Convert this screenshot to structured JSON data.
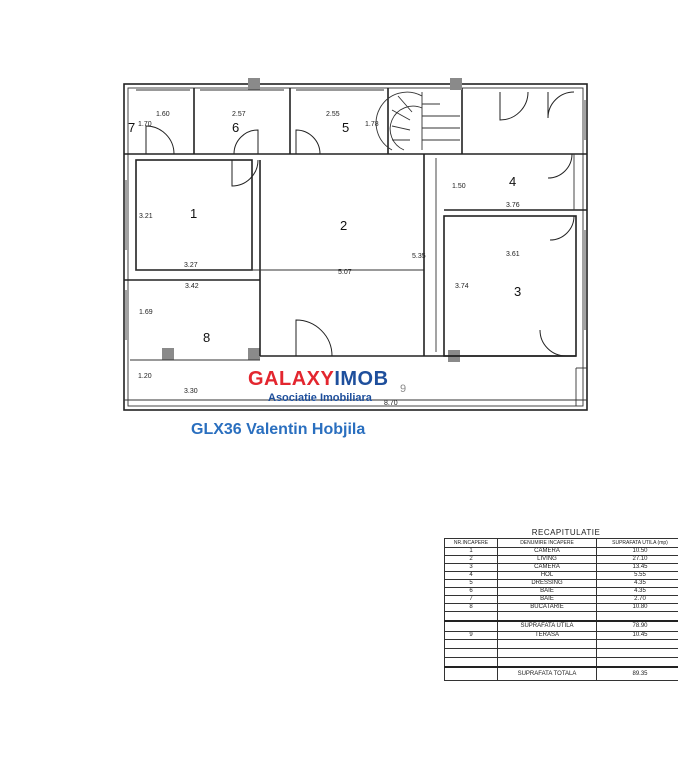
{
  "plan": {
    "rooms": [
      {
        "id": "room-1",
        "number": "1"
      },
      {
        "id": "room-2",
        "number": "2"
      },
      {
        "id": "room-3",
        "number": "3"
      },
      {
        "id": "room-4",
        "number": "4"
      },
      {
        "id": "room-5",
        "number": "5"
      },
      {
        "id": "room-6",
        "number": "6"
      },
      {
        "id": "room-7",
        "number": "7"
      },
      {
        "id": "room-8",
        "number": "8"
      }
    ],
    "dimensions": [
      "1.60",
      "2.57",
      "2.55",
      "1.70",
      "1.78",
      "3.21",
      "3.27",
      "5.07",
      "5.35",
      "1.50",
      "3.76",
      "3.61",
      "3.74",
      "3.42",
      "1.69",
      "1.20",
      "3.30",
      "8.70"
    ],
    "stray_mark": "9"
  },
  "watermark": {
    "brand_part1": "GALAXY",
    "brand_part2": "IMOB",
    "subtitle": "Asociatie Imobiliara",
    "colors": {
      "red": "#e3262f",
      "blue": "#1e4f9c"
    }
  },
  "caption": "GLX36 Valentin Hobjila",
  "recap": {
    "title": "RECAPITULATIE",
    "headers": [
      "NR.INCAPERE",
      "DENUMIRE INCAPERE",
      "SUPRAFATA UTILA (mp)"
    ],
    "rows": [
      {
        "nr": "1",
        "name": "CAMERA",
        "area": "10.50"
      },
      {
        "nr": "2",
        "name": "LIVING",
        "area": "27.10"
      },
      {
        "nr": "3",
        "name": "CAMERA",
        "area": "13.45"
      },
      {
        "nr": "4",
        "name": "HOL",
        "area": "5.55"
      },
      {
        "nr": "5",
        "name": "DRESSING",
        "area": "4.35"
      },
      {
        "nr": "6",
        "name": "BAIE",
        "area": "4.35"
      },
      {
        "nr": "7",
        "name": "BAIE",
        "area": "2.70"
      },
      {
        "nr": "8",
        "name": "BUCATARIE",
        "area": "10.80"
      }
    ],
    "util_label": "SUPRAFATA UTILA",
    "util_value": "78.90",
    "terrace": {
      "nr": "9",
      "name": "TERASA",
      "area": "10.45"
    },
    "total_label": "SUPRAFATA TOTALA",
    "total_value": "89.35"
  }
}
